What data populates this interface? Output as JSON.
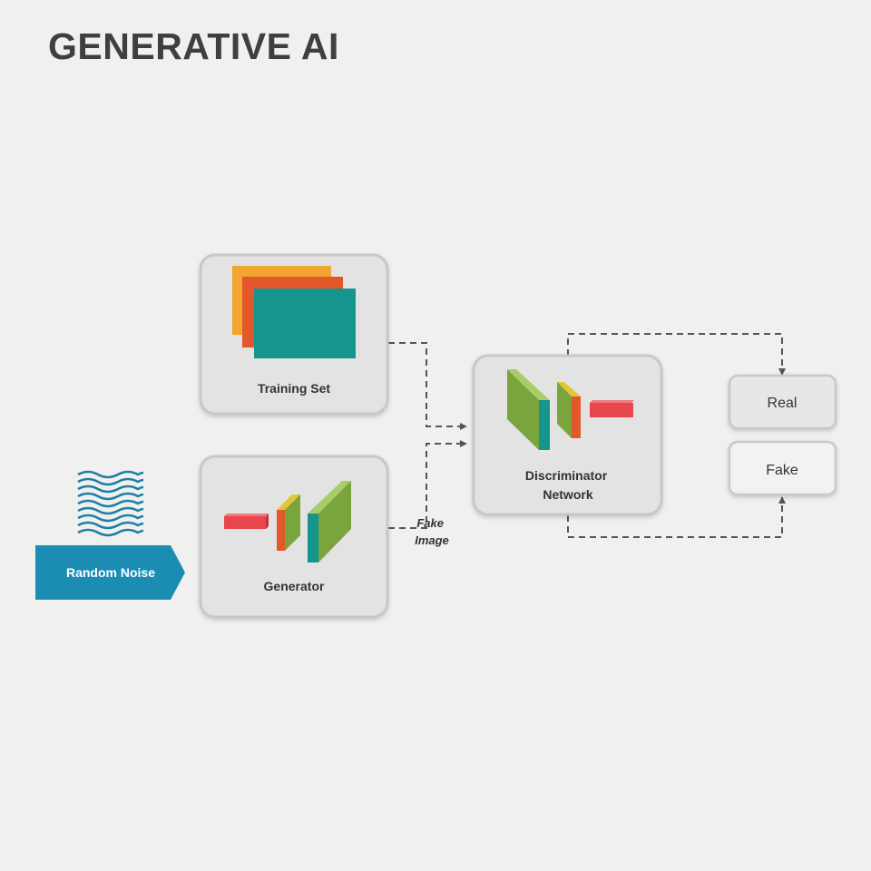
{
  "title": "GENERATIVE AI",
  "nodes": {
    "training_set": "Training Set",
    "generator": "Generator",
    "discriminator": [
      "Discriminator",
      "Network"
    ],
    "random_noise": "Random Noise",
    "real": "Real",
    "fake": "Fake",
    "fake_image": [
      "Fake",
      "Image"
    ]
  },
  "colors": {
    "orange": "#f2a531",
    "red_orange": "#e2582a",
    "teal": "#16958f",
    "green": "#7aa43c",
    "yellow": "#e1c635",
    "red": "#e8464d",
    "blue": "#1b8db3",
    "noise_blue": "#1d7fa6"
  }
}
